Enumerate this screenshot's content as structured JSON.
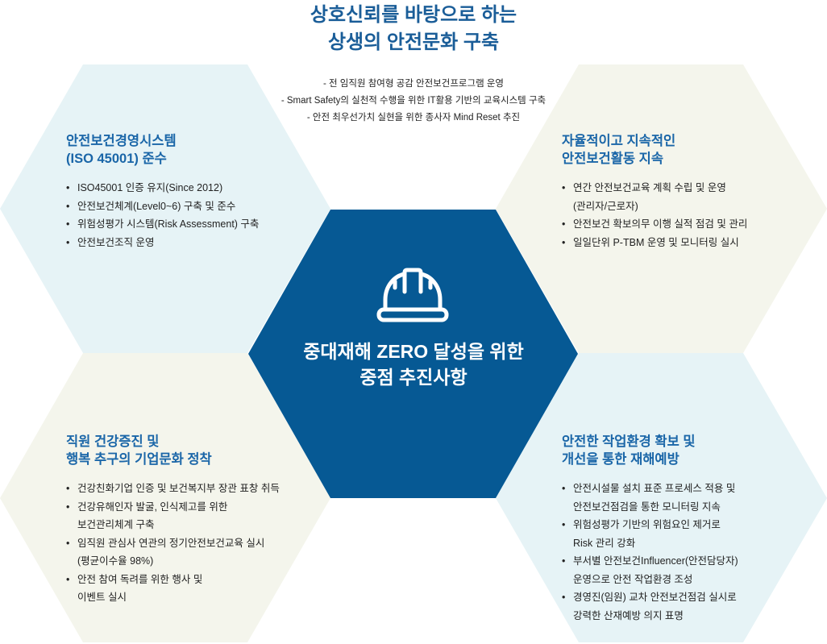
{
  "title": [
    "상호신뢰를 바탕으로 하는",
    "상생의 안전문화 구축"
  ],
  "subtitle_items": [
    "-  전 임직원 참여형 공감 안전보건프로그램 운영",
    "-  Smart Safety의 실천적 수행을 위한 IT활용 기반의 교육시스템 구축",
    "- 안전 최우선가치 실현을 위한 종사자 Mind Reset 추진"
  ],
  "center": {
    "icon": "hard-hat-icon",
    "lines": [
      "중대재해 ZERO 달성을 위한",
      "중점 추진사항"
    ]
  },
  "sections": [
    {
      "heading": [
        "안전보건경영시스템",
        "(ISO 45001) 준수"
      ],
      "items": [
        [
          "ISO45001 인증 유지(Since 2012)"
        ],
        [
          "안전보건체계(Level0~6) 구축 및 준수"
        ],
        [
          "위험성평가 시스템(Risk Assessment) 구축"
        ],
        [
          "안전보건조직 운영"
        ]
      ]
    },
    {
      "heading": [
        "자율적이고 지속적인",
        "안전보건활동 지속"
      ],
      "items": [
        [
          "연간 안전보건교육 계획 수립 및 운영",
          "(관리자/근로자)"
        ],
        [
          "안전보건 확보의무 이행 실적 점검 및 관리"
        ],
        [
          "일일단위 P-TBM 운영 및 모니터링 실시"
        ]
      ]
    },
    {
      "heading": [
        "직원 건강증진 및",
        "행복 추구의 기업문화 정착"
      ],
      "items": [
        [
          "건강친화기업 인증 및 보건복지부 장관 표창 취득"
        ],
        [
          "건강유해인자 발굴, 인식제고를 위한",
          "보건관리체계 구축"
        ],
        [
          "임직원 관심사 연관의 정기안전보건교육 실시",
          "(평균이수율 98%)"
        ],
        [
          "안전 참여 독려를 위한 행사 및",
          "이벤트 실시"
        ]
      ]
    },
    {
      "heading": [
        "안전한 작업환경 확보  및",
        "개선을 통한 재해예방"
      ],
      "items": [
        [
          "안전시설물 설치 표준 프로세스 적용 및",
          "안전보건점검을 통한 모니터링 지속"
        ],
        [
          "위험성평가 기반의 위험요인 제거로",
          "Risk 관리 강화"
        ],
        [
          "부서별 안전보건Influencer(안전담당자)",
          "운영으로 안전 작업환경 조성"
        ],
        [
          "경영진(임원) 교차 안전보건점검 실시로",
          "강력한 산재예방 의지 표명"
        ]
      ]
    }
  ],
  "colors": {
    "center": "#065994",
    "light_blue": "#e6f3f6",
    "cream": "#f4f5ec",
    "title": "#1a5d98",
    "heading": "#1a66a8"
  }
}
